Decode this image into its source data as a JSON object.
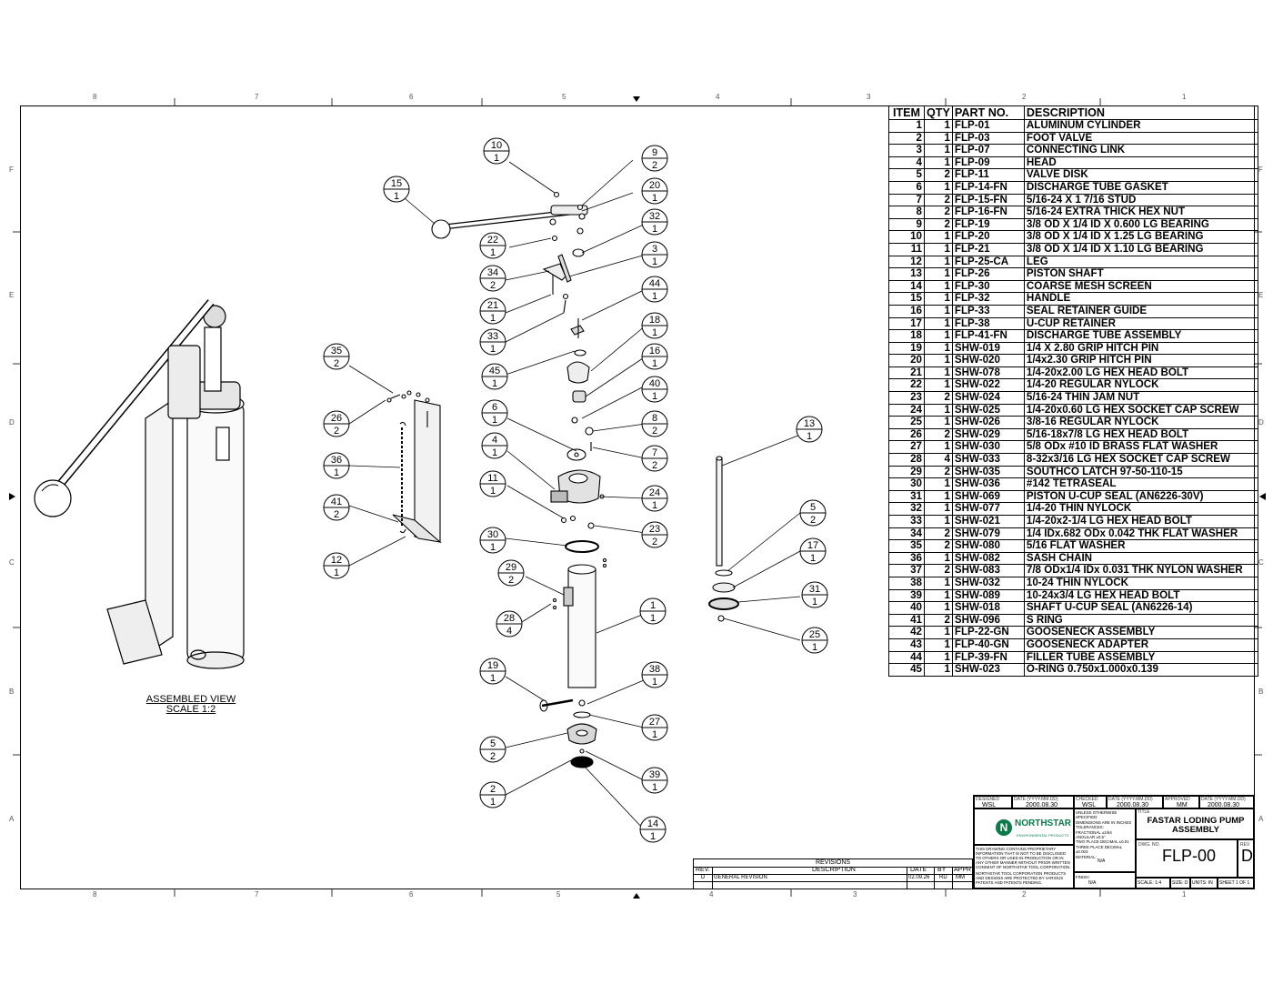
{
  "zones": {
    "top": [
      "8",
      "7",
      "6",
      "5",
      "4",
      "3",
      "2",
      "1"
    ],
    "side": [
      "F",
      "E",
      "D",
      "C",
      "B",
      "A"
    ]
  },
  "bom": {
    "headers": [
      "ITEM",
      "QTY",
      "PART NO.",
      "DESCRIPTION"
    ],
    "rows": [
      [
        "1",
        "1",
        "FLP-01",
        "ALUMINUM CYLINDER"
      ],
      [
        "2",
        "1",
        "FLP-03",
        "FOOT VALVE"
      ],
      [
        "3",
        "1",
        "FLP-07",
        "CONNECTING LINK"
      ],
      [
        "4",
        "1",
        "FLP-09",
        "HEAD"
      ],
      [
        "5",
        "2",
        "FLP-11",
        "VALVE DISK"
      ],
      [
        "6",
        "1",
        "FLP-14-FN",
        "DISCHARGE TUBE GASKET"
      ],
      [
        "7",
        "2",
        "FLP-15-FN",
        "5/16-24 X 1 7/16 STUD"
      ],
      [
        "8",
        "2",
        "FLP-16-FN",
        "5/16-24 EXTRA THICK HEX NUT"
      ],
      [
        "9",
        "2",
        "FLP-19",
        "3/8 OD X 1/4 ID X 0.600 LG BEARING"
      ],
      [
        "10",
        "1",
        "FLP-20",
        "3/8 OD X 1/4 ID X 1.25 LG BEARING"
      ],
      [
        "11",
        "1",
        "FLP-21",
        "3/8 OD X 1/4 ID X 1.10 LG BEARING"
      ],
      [
        "12",
        "1",
        "FLP-25-CA",
        "LEG"
      ],
      [
        "13",
        "1",
        "FLP-26",
        "PISTON SHAFT"
      ],
      [
        "14",
        "1",
        "FLP-30",
        "COARSE MESH SCREEN"
      ],
      [
        "15",
        "1",
        "FLP-32",
        "HANDLE"
      ],
      [
        "16",
        "1",
        "FLP-33",
        "SEAL RETAINER GUIDE"
      ],
      [
        "17",
        "1",
        "FLP-38",
        "U-CUP RETAINER"
      ],
      [
        "18",
        "1",
        "FLP-41-FN",
        "DISCHARGE TUBE ASSEMBLY"
      ],
      [
        "19",
        "1",
        "SHW-019",
        "1/4 X 2.80 GRIP HITCH PIN"
      ],
      [
        "20",
        "1",
        "SHW-020",
        "1/4x2.30 GRIP HITCH PIN"
      ],
      [
        "21",
        "1",
        "SHW-078",
        "1/4-20x2.00 LG HEX HEAD BOLT"
      ],
      [
        "22",
        "1",
        "SHW-022",
        "1/4-20 REGULAR NYLOCK"
      ],
      [
        "23",
        "2",
        "SHW-024",
        "5/16-24 THIN JAM NUT"
      ],
      [
        "24",
        "1",
        "SHW-025",
        "1/4-20x0.60 LG HEX SOCKET CAP SCREW"
      ],
      [
        "25",
        "1",
        "SHW-026",
        "3/8-16 REGULAR NYLOCK"
      ],
      [
        "26",
        "2",
        "SHW-029",
        "5/16-18x7/8 LG HEX HEAD BOLT"
      ],
      [
        "27",
        "1",
        "SHW-030",
        "5/8 ODx #10 ID BRASS FLAT WASHER"
      ],
      [
        "28",
        "4",
        "SHW-033",
        "8-32x3/16 LG HEX SOCKET CAP SCREW"
      ],
      [
        "29",
        "2",
        "SHW-035",
        "SOUTHCO LATCH 97-50-110-15"
      ],
      [
        "30",
        "1",
        "SHW-036",
        "#142 TETRASEAL"
      ],
      [
        "31",
        "1",
        "SHW-069",
        "PISTON U-CUP SEAL (AN6226-30V)"
      ],
      [
        "32",
        "1",
        "SHW-077",
        "1/4-20 THIN NYLOCK"
      ],
      [
        "33",
        "1",
        "SHW-021",
        "1/4-20x2-1/4 LG HEX HEAD BOLT"
      ],
      [
        "34",
        "2",
        "SHW-079",
        "1/4 IDx.682 ODx 0.042 THK FLAT WASHER"
      ],
      [
        "35",
        "2",
        "SHW-080",
        "5/16 FLAT WASHER"
      ],
      [
        "36",
        "1",
        "SHW-082",
        "SASH CHAIN"
      ],
      [
        "37",
        "2",
        "SHW-083",
        "7/8 ODx1/4 IDx 0.031 THK NYLON WASHER"
      ],
      [
        "38",
        "1",
        "SHW-032",
        "10-24 THIN NYLOCK"
      ],
      [
        "39",
        "1",
        "SHW-089",
        "10-24x3/4 LG HEX HEAD BOLT"
      ],
      [
        "40",
        "1",
        "SHW-018",
        "SHAFT U-CUP SEAL (AN6226-14)"
      ],
      [
        "41",
        "2",
        "SHW-096",
        "S RING"
      ],
      [
        "42",
        "1",
        "FLP-22-GN",
        "GOOSENECK ASSEMBLY"
      ],
      [
        "43",
        "1",
        "FLP-40-GN",
        "GOOSENECK ADAPTER"
      ],
      [
        "44",
        "1",
        "FLP-39-FN",
        "FILLER TUBE ASSEMBLY"
      ],
      [
        "45",
        "1",
        "SHW-023",
        "O-RING 0.750x1.000x0.139"
      ]
    ]
  },
  "assembled_view": {
    "line1": "ASSEMBLED VIEW",
    "line2": "SCALE 1:2"
  },
  "balloons": [
    [
      "10",
      "1"
    ],
    [
      "9",
      "2"
    ],
    [
      "15",
      "1"
    ],
    [
      "20",
      "1"
    ],
    [
      "32",
      "1"
    ],
    [
      "22",
      "1"
    ],
    [
      "34",
      "2"
    ],
    [
      "3",
      "1"
    ],
    [
      "21",
      "1"
    ],
    [
      "44",
      "1"
    ],
    [
      "33",
      "1"
    ],
    [
      "18",
      "1"
    ],
    [
      "45",
      "1"
    ],
    [
      "16",
      "1"
    ],
    [
      "35",
      "2"
    ],
    [
      "40",
      "1"
    ],
    [
      "26",
      "2"
    ],
    [
      "6",
      "1"
    ],
    [
      "8",
      "2"
    ],
    [
      "36",
      "1"
    ],
    [
      "4",
      "1"
    ],
    [
      "7",
      "2"
    ],
    [
      "11",
      "1"
    ],
    [
      "24",
      "1"
    ],
    [
      "41",
      "2"
    ],
    [
      "23",
      "2"
    ],
    [
      "30",
      "1"
    ],
    [
      "12",
      "1"
    ],
    [
      "29",
      "2"
    ],
    [
      "13",
      "1"
    ],
    [
      "5",
      "2"
    ],
    [
      "17",
      "1"
    ],
    [
      "31",
      "1"
    ],
    [
      "28",
      "4"
    ],
    [
      "1",
      "1"
    ],
    [
      "25",
      "1"
    ],
    [
      "19",
      "1"
    ],
    [
      "38",
      "1"
    ],
    [
      "27",
      "1"
    ],
    [
      "5",
      "2"
    ],
    [
      "39",
      "1"
    ],
    [
      "2",
      "1"
    ],
    [
      "14",
      "1"
    ]
  ],
  "revisions": {
    "title": "REVISIONS",
    "headers": [
      "REV.",
      "DESCRIPTION",
      "DATE",
      "BY",
      "APPR"
    ],
    "row": [
      "D",
      "GENERAL REVISION",
      "02.09.26",
      "RD",
      "MM"
    ]
  },
  "title_block": {
    "designed_label": "DESIGNED",
    "designed": "WSL",
    "date_label": "DATE (YYYY.MM.DD)",
    "designed_date": "2000.08.30",
    "checked_label": "CHECKED",
    "checked": "WSL",
    "checked_date": "2000.08.30",
    "approved_label": "APPROVED",
    "approved": "MM",
    "approved_date": "2000.08.30",
    "company": "NORTHSTAR",
    "company_sub": "ENVIRONMENTAL PRODUCTS",
    "notes": "UNLESS OTHERWISE SPECIFIED:",
    "dims": "DIMENSIONS ARE IN INCHES",
    "tol": "TOLERANCES:",
    "frac": "FRACTIONAL ±1/64",
    "ang": "ANGULAR ±0.5°",
    "two": "TWO PLACE DECIMAL ±0.01",
    "three": "THREE PLACE DECIMAL ±0.003",
    "material_label": "MATERIAL:",
    "material": "N/A",
    "finish_label": "FINISH:",
    "finish": "N/A",
    "proprietary": "THIS DRAWING CONTAINS PROPRIETARY INFORMATION THAT IS NOT TO BE DISCLOSED TO OTHERS OR USED IN PRODUCTION OR IN ANY OTHER MANNER WITHOUT PRIOR WRITTEN CONSENT OF NORTHSTAR TOOL CORPORATION.",
    "patents": "NORTHSTAR TOOL CORPORATION PRODUCTS AND DESIGNS ARE PROTECTED BY VARIOUS PATENTS AND PATENTS PENDING.",
    "title_label": "TITLE",
    "title": "FASTAR LODING PUMP ASSEMBLY",
    "dwg_label": "DWG. NO.",
    "dwg_no": "FLP-00",
    "rev_label": "REV",
    "rev": "D",
    "scale": "SCALE: 1:4",
    "size": "SIZE: D",
    "units": "UNITS: IN",
    "sheet": "SHEET 1 OF 1"
  }
}
